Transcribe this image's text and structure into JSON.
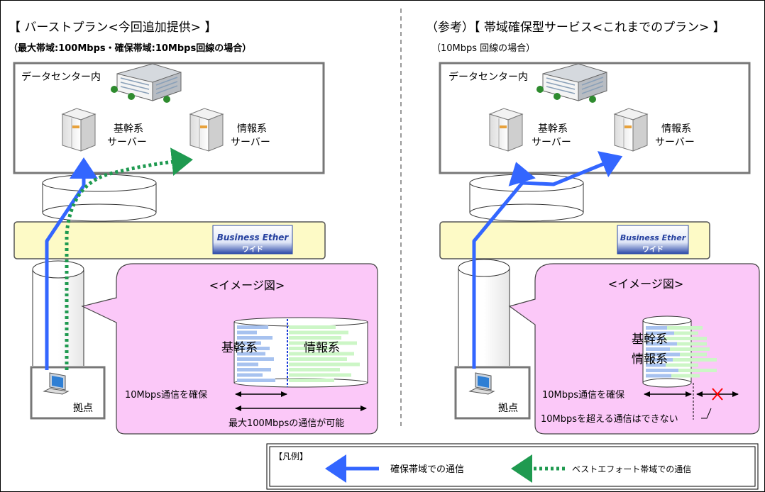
{
  "left": {
    "title": "【 バーストプラン<今回追加提供> 】",
    "subtitle": "（最大帯域:100Mbps・確保帯域:10Mbps回線の場合）",
    "dc_label": "データセンター内",
    "server_core": [
      "基幹系",
      "サーバー"
    ],
    "server_info": [
      "情報系",
      "サーバー"
    ],
    "logo_main": "Business Ether",
    "logo_sub": "ワイド",
    "site_label": "拠点",
    "image_title": "<イメージ図>",
    "core_label": "基幹系",
    "info_label": "情報系",
    "guarantee_text": "10Mbps通信を確保",
    "max_text": "最大100Mbpsの通信が可能"
  },
  "right": {
    "title": "（参考）【 帯域確保型サービス<これまでのプラン> 】",
    "subtitle": "（10Mbps  回線の場合）",
    "dc_label": "データセンター内",
    "server_core": [
      "基幹系",
      "サーバー"
    ],
    "server_info": [
      "情報系",
      "サーバー"
    ],
    "logo_main": "Business Ether",
    "logo_sub": "ワイド",
    "site_label": "拠点",
    "image_title": "<イメージ図>",
    "core_label": "基幹系",
    "info_label": "情報系",
    "guarantee_text": "10Mbps通信を確保",
    "exceed_text": "10Mbpsを超える通信はできない"
  },
  "legend": {
    "title": "【凡例】",
    "guaranteed": "確保帯域での通信",
    "besteffort": "ベストエフォート帯域での通信"
  },
  "colors": {
    "guaranteed": "#3366ff",
    "besteffort": "#1f9a50",
    "bubble": "#fbc8f8",
    "bar_blue": "#a7c2ef",
    "bar_green": "#ccf6c6",
    "yellow_band": "#fdfac6",
    "cross": "#ff0000"
  }
}
